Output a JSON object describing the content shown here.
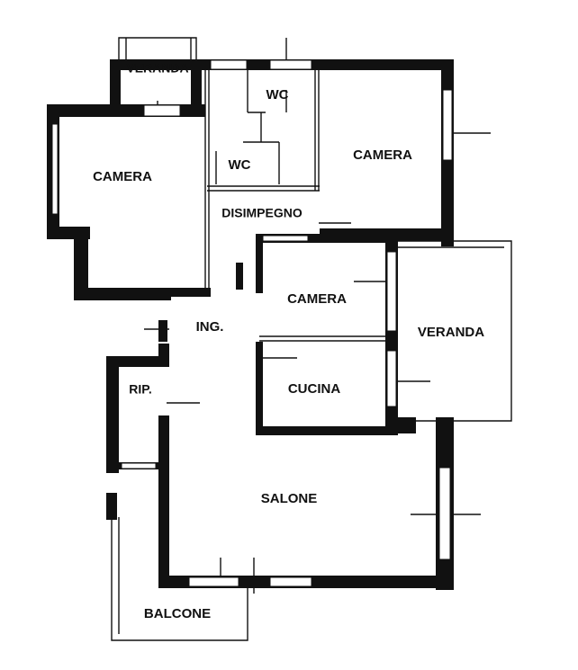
{
  "rooms": {
    "veranda_top": "VERANDA",
    "wc_upper": "WC",
    "wc_lower": "WC",
    "camera_right": "CAMERA",
    "camera_left": "CAMERA",
    "disimpegno": "DISIMPEGNO",
    "camera_center": "CAMERA",
    "ingresso": "ING.",
    "veranda_right": "VERANDA",
    "ripostiglio": "RIP.",
    "cucina": "CUCINA",
    "salone": "SALONE",
    "balcone": "BALCONE"
  },
  "colors": {
    "wall": "#111111",
    "background": "#ffffff"
  }
}
